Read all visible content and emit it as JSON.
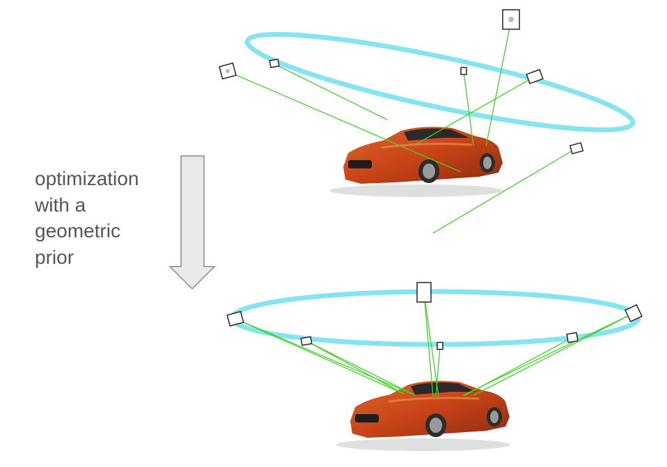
{
  "caption": {
    "lines": [
      "optimization",
      "with a",
      "geometric",
      "prior"
    ]
  },
  "colors": {
    "ring": "#86e3f0",
    "ray": "#3fd322",
    "camera": "#222222",
    "arrow_fill": "#e9e9e9",
    "arrow_stroke": "#8a8a8a",
    "car_body": "#c9471a",
    "text": "#555555"
  },
  "panels": [
    {
      "name": "before-optimization",
      "camera_count": 6
    },
    {
      "name": "after-optimization",
      "camera_count": 6
    }
  ]
}
